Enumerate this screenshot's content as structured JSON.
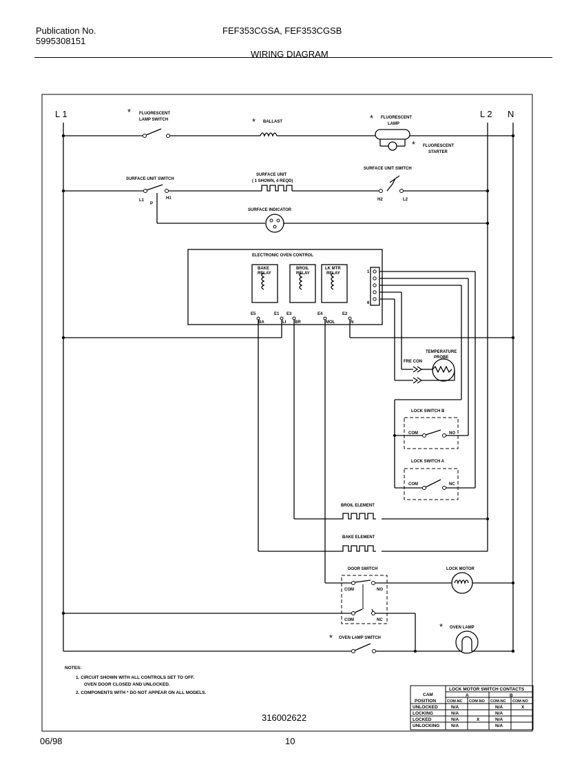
{
  "header": {
    "publication_label": "Publication No.",
    "publication_number": "5995308151",
    "models": "FEF353CGSA, FEF353CGSB",
    "title": "WIRING DIAGRAM"
  },
  "footer": {
    "date": "06/98",
    "page": "10",
    "part_number": "316002622"
  },
  "terminals": {
    "l1": "L 1",
    "l2": "L 2",
    "n": "N"
  },
  "components": {
    "fluorescent_lamp_switch": [
      "FLUORESCENT",
      "LAMP SWITCH"
    ],
    "ballast": "BALLAST",
    "fluorescent_lamp": [
      "FLUORESCENT",
      "LAMP"
    ],
    "fluorescent_starter": [
      "FLUORESCENT",
      "STARTER"
    ],
    "surface_unit_switch_left": "SURFACE UNIT SWITCH",
    "surface_unit": [
      "SURFACE UNIT",
      "( 1 SHOWN, 4 REQD)"
    ],
    "surface_unit_switch_right": "SURFACE UNIT SWITCH",
    "surface_indicator": "SURFACE INDICATOR",
    "electronic_oven_control": "ELECTRONIC OVEN CONTROL",
    "bake_relay": [
      "BAKE",
      "RELAY"
    ],
    "broil_relay": [
      "BROIL",
      "RELAY"
    ],
    "lk_mtr_relay": [
      "LK MTR",
      "RELAY"
    ],
    "temperature_probe": [
      "TEMPERATURE",
      "PROBE"
    ],
    "fre_con": "FRE CON",
    "lock_switch_b": "LOCK SWITCH B",
    "lock_switch_a": "LOCK SWITCH A",
    "broil_element": "BROIL ELEMENT",
    "bake_element": "BAKE ELEMENT",
    "door_switch": "DOOR SWITCH",
    "lock_motor": "LOCK MOTOR",
    "oven_lamp_switch": "OVEN LAMP SWITCH",
    "oven_lamp": "OVEN LAMP",
    "com": "COM",
    "no": "NO",
    "nc": "NC"
  },
  "pins": {
    "l1": "L1",
    "p": "P",
    "h1": "H1",
    "h2": "H2",
    "l2": "L2",
    "e5": "E5",
    "e1": "E1",
    "e3": "E3",
    "e4": "E4",
    "e2": "E2",
    "ba": "BA",
    "li": "LI",
    "br": "BR",
    "mol": "MOL",
    "n": "N",
    "conn_1": "1",
    "conn_6": "6"
  },
  "star": "*",
  "notes": {
    "heading": "NOTES:",
    "line1": "1.  CIRCUIT SHOWN WITH ALL CONTROLS SET TO OFF.",
    "line1b": "OVEN DOOR CLOSED AND UNLOCKED.",
    "line2": "2.  COMPONENTS WITH  *  DO NOT APPEAR ON ALL MODELS."
  },
  "table": {
    "title": "LOCK MOTOR SWITCH CONTACTS",
    "cam_position": [
      "CAM",
      "POSITION"
    ],
    "col_a": "A",
    "col_b": "B",
    "sub": [
      "COM-NC",
      "COM-NO",
      "COM-NC",
      "COM-NO"
    ],
    "rows": [
      {
        "label": "UNLOCKED",
        "cells": [
          "N/A",
          "",
          "N/A",
          "X"
        ]
      },
      {
        "label": "LOCKING",
        "cells": [
          "N/A",
          "",
          "N/A",
          ""
        ]
      },
      {
        "label": "LOCKED",
        "cells": [
          "N/A",
          "X",
          "N/A",
          ""
        ]
      },
      {
        "label": "UNLOCKING",
        "cells": [
          "N/A",
          "",
          "N/A",
          ""
        ]
      }
    ]
  }
}
